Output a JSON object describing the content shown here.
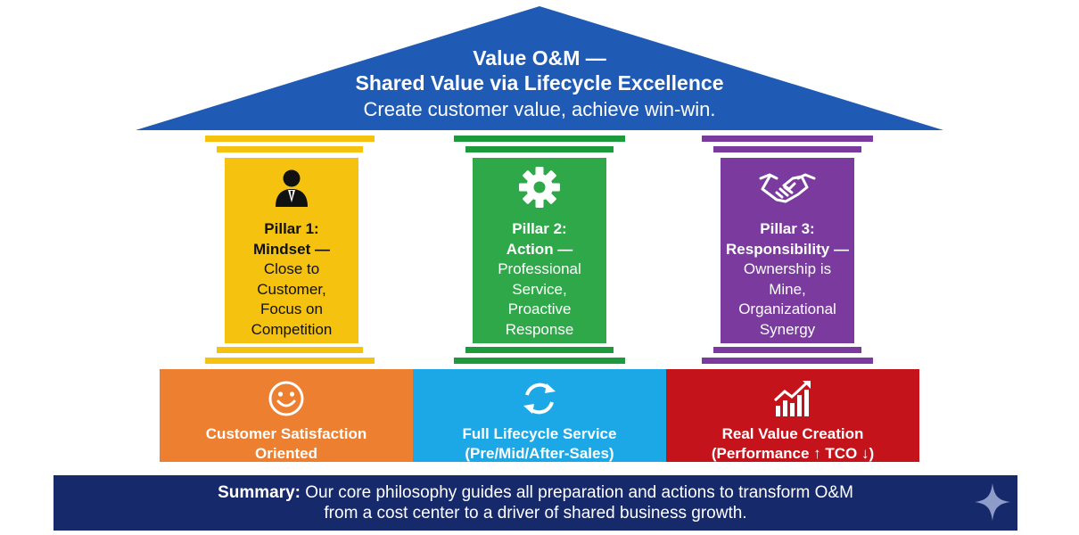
{
  "roof": {
    "line1": "Value O&M —",
    "line2": "Shared Value via Lifecycle Excellence",
    "line3": "Create customer value, achieve win-win.",
    "color": "#1f5bb5"
  },
  "pillars": [
    {
      "icon": "person-icon",
      "title": "Pillar 1:",
      "subtitle": "Mindset —",
      "lines": [
        "Close to",
        "Customer,",
        "Focus on",
        "Competition"
      ],
      "color": "#f4c20f",
      "cap_color": "#f4c20f"
    },
    {
      "icon": "gear-icon",
      "title": "Pillar 2:",
      "subtitle": "Action —",
      "lines": [
        "Professional",
        "Service,",
        "Proactive",
        "Response"
      ],
      "color": "#2fa84a",
      "cap_color": "#1c9a3c",
      "text_color": "#ffffff"
    },
    {
      "icon": "handshake-icon",
      "title": "Pillar 3:",
      "subtitle": "Responsibility —",
      "lines": [
        "Ownership is",
        "Mine,",
        "Organizational",
        "Synergy"
      ],
      "color": "#7a3a9e",
      "cap_color": "#7a3a9e",
      "text_color": "#ffffff"
    }
  ],
  "foundation": [
    {
      "icon": "smiley-icon",
      "line1": "Customer Satisfaction",
      "line2": "Oriented",
      "color": "#ec7f30"
    },
    {
      "icon": "refresh-icon",
      "line1": "Full Lifecycle Service",
      "line2": "(Pre/Mid/After-Sales)",
      "color": "#1ca7e6"
    },
    {
      "icon": "growth-chart-icon",
      "line1": "Real Value Creation",
      "line2": "(Performance ↑ TCO ↓)",
      "color": "#c4131a"
    }
  ],
  "summary": {
    "label": "Summary:",
    "text1": " Our core philosophy guides all preparation and actions to transform O&M",
    "text2": "from a cost center to a driver of shared business growth.",
    "color": "#16296b"
  }
}
